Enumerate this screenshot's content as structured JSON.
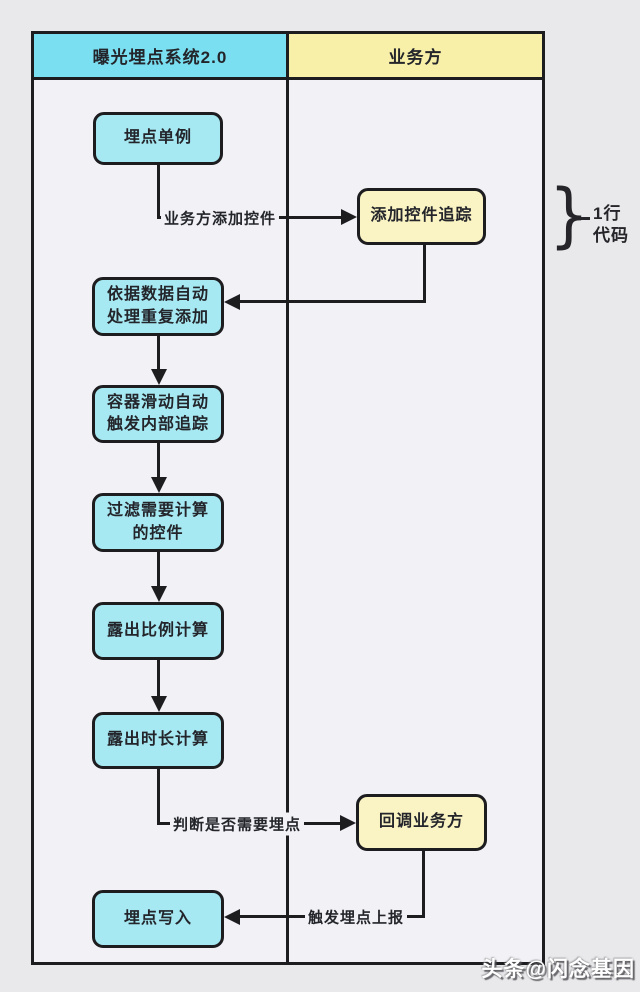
{
  "diagram": {
    "lanes": [
      {
        "title": "曝光埋点系统2.0"
      },
      {
        "title": "业务方"
      }
    ],
    "nodes": [
      {
        "lines": [
          "埋点单例"
        ]
      },
      {
        "lines": [
          "添加控件追踪"
        ]
      },
      {
        "lines": [
          "依据数据自动",
          "处理重复添加"
        ]
      },
      {
        "lines": [
          "容器滑动自动",
          "触发内部追踪"
        ]
      },
      {
        "lines": [
          "过滤需要计算",
          "的控件"
        ]
      },
      {
        "lines": [
          "露出比例计算"
        ]
      },
      {
        "lines": [
          "露出时长计算"
        ]
      },
      {
        "lines": [
          "回调业务方"
        ]
      },
      {
        "lines": [
          "埋点写入"
        ]
      }
    ],
    "edge_labels": {
      "add_control": "业务方添加控件",
      "judge_need": "判断是否需要埋点",
      "trigger_report": "触发埋点上报"
    },
    "annotation": {
      "brace": "}",
      "line1": "1行",
      "line2": "代码"
    },
    "watermark": "头条@闪念基因",
    "colors": {
      "lane_header_cyan": "#7ADFF0",
      "lane_header_yellow": "#F8EFA8",
      "node_cyan": "#A7E9F2",
      "node_yellow": "#FAF3C3",
      "stroke": "#1D1D20",
      "canvas_bg": "#E9E9EB",
      "lane_bg": "#F2F2F6"
    }
  }
}
